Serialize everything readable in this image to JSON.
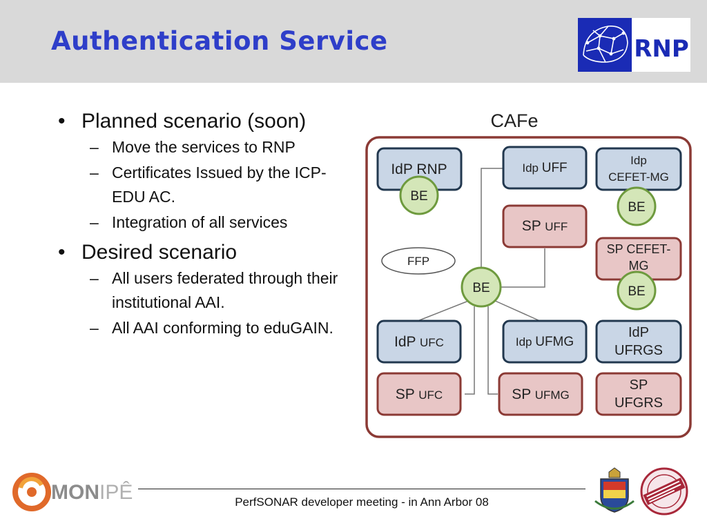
{
  "slide": {
    "title": "Authentication Service",
    "bullets": [
      {
        "text": "Planned scenario (soon)",
        "sub": [
          "Move the services to RNP",
          "Certificates Issued by the ICP-EDU AC.",
          "Integration of all services"
        ]
      },
      {
        "text": "Desired scenario",
        "sub": [
          "All users federated through their institutional AAI.",
          "All AAI conforming to eduGAIN."
        ]
      }
    ],
    "bullet_mark": "•",
    "sub_mark": "–"
  },
  "diagram": {
    "title": "CAFe",
    "colors": {
      "frame": "#8b3a35",
      "idp_fill": "#c9d6e6",
      "idp_border": "#22384f",
      "sp_fill": "#e8c6c6",
      "sp_border": "#8b3a35",
      "be_fill": "#d4e6b8",
      "be_border": "#6e9a3e"
    },
    "idp_rnp": "IdP RNP",
    "idp_uff": {
      "a": "Idp",
      "b": "UFF"
    },
    "idp_cefet": [
      "Idp",
      "CEFET-MG"
    ],
    "sp_uff": {
      "a": "SP",
      "b": "UFF"
    },
    "sp_cefet": [
      "SP CEFET-",
      "MG"
    ],
    "ffp": "FFP",
    "be": "BE",
    "idp_ufc": {
      "a": "IdP",
      "b": "UFC"
    },
    "idp_ufmg": {
      "a": "Idp",
      "b": "UFMG"
    },
    "idp_ufrgs": [
      "IdP",
      "UFRGS"
    ],
    "sp_ufc": {
      "a": "SP",
      "b": "UFC"
    },
    "sp_ufmg": {
      "a": "SP",
      "b": "UFMG"
    },
    "sp_ufgrs": [
      "SP",
      "UFGRS"
    ]
  },
  "logos": {
    "rnp": "RNP",
    "monipe_a": "MON",
    "monipe_b": "IPÊ"
  },
  "footer": {
    "text": "PerfSONAR developer meeting - in Ann Arbor 08"
  }
}
